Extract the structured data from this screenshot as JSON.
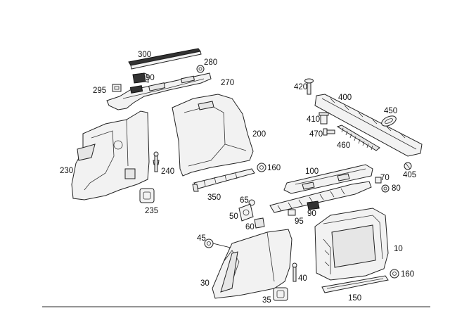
{
  "labels": {
    "p300": "300",
    "p280": "280",
    "p90a": "90",
    "p270": "270",
    "p295": "295",
    "p200": "200",
    "p230": "230",
    "p240": "240",
    "p235": "235",
    "p350": "350",
    "p160a": "160",
    "p420": "420",
    "p400": "400",
    "p410": "410",
    "p450": "450",
    "p470": "470",
    "p460": "460",
    "p405": "405",
    "p100": "100",
    "p70": "70",
    "p80": "80",
    "p65": "65",
    "p50": "50",
    "p60": "60",
    "p95": "95",
    "p90b": "90",
    "p45": "45",
    "p10": "10",
    "p160b": "160",
    "p40": "40",
    "p30": "30",
    "p35": "35",
    "p150": "150"
  }
}
